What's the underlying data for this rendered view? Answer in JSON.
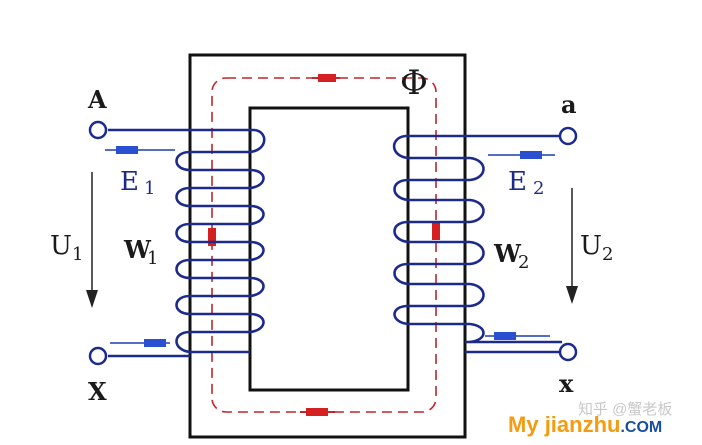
{
  "labels": {
    "terminal_A": "A",
    "terminal_X": "X",
    "terminal_a": "a",
    "terminal_x": "x",
    "flux": "Φ",
    "E1_main": "E",
    "E1_sub": "1",
    "E2_main": "E",
    "E2_sub": "2",
    "U1_main": "U",
    "U1_sub": "1",
    "U2_main": "U",
    "U2_sub": "2",
    "W1_main": "W",
    "W1_sub": "1",
    "W2_main": "W",
    "W2_sub": "2"
  },
  "watermark": {
    "zhihu": "知乎 @蟹老板",
    "brand_prefix": "My ",
    "brand_name": "jianzhu",
    "brand_suffix": ".COM"
  },
  "colors": {
    "core": "#111111",
    "winding": "#1c2a8c",
    "flux_path": "#c0262c",
    "emf_arrow": "#1c3fb0",
    "brand_orange": "#f39c12",
    "brand_blue": "#1a4fa0"
  }
}
